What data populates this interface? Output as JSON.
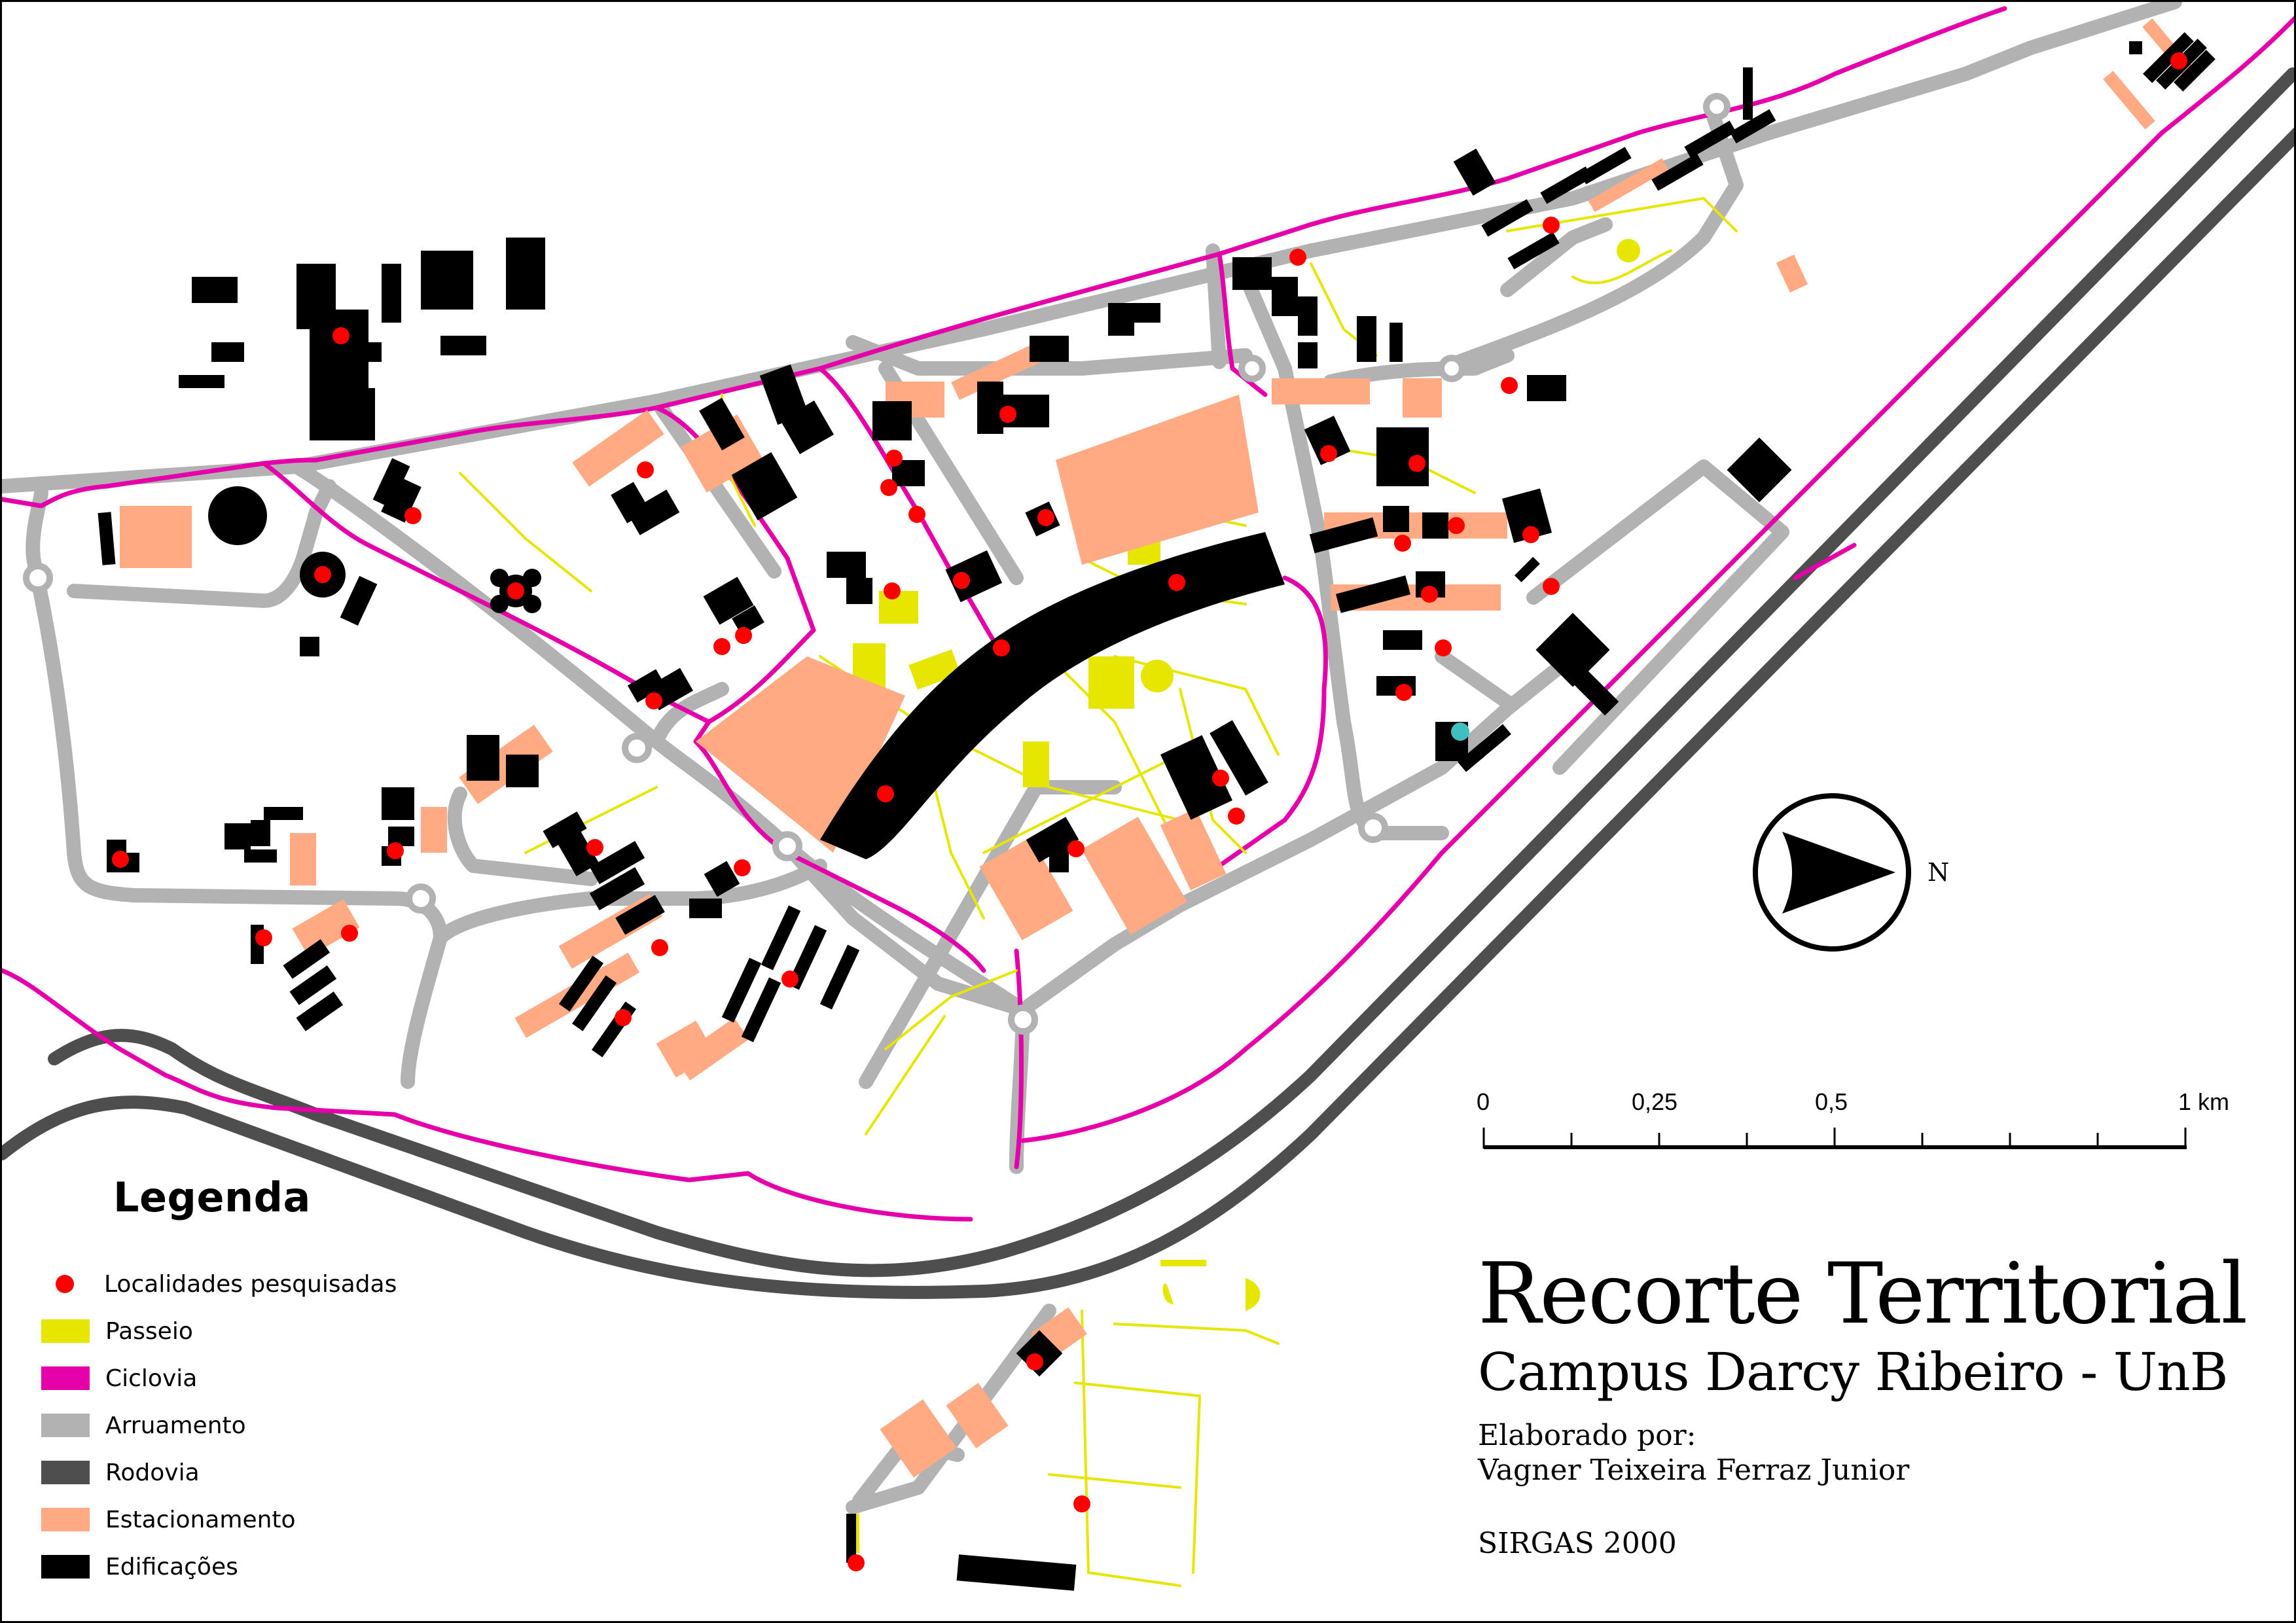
{
  "legend": {
    "title": "Legenda",
    "items": [
      {
        "label": "Localidades pesquisadas",
        "type": "point",
        "color": "#ff0000"
      },
      {
        "label": "Passeio",
        "type": "fill",
        "color": "#e6e600"
      },
      {
        "label": "Ciclovia",
        "type": "fill",
        "color": "#e600a9"
      },
      {
        "label": "Arruamento",
        "type": "fill",
        "color": "#b2b2b2"
      },
      {
        "label": "Rodovia",
        "type": "fill",
        "color": "#4e4e4e"
      },
      {
        "label": "Estacionamento",
        "type": "fill",
        "color": "#ffaa82"
      },
      {
        "label": "Edificações",
        "type": "fill",
        "color": "#000000"
      }
    ]
  },
  "title": {
    "main": "Recorte Territorial",
    "sub": "Campus Darcy Ribeiro - UnB",
    "author_label": "Elaborado por:",
    "author_name": "Vagner Teixeira Ferraz Junior",
    "crs": "SIRGAS 2000"
  },
  "scale_bar": {
    "labels": [
      "0",
      "0,25",
      "0,5",
      "1 km"
    ],
    "unit": "km",
    "max_value": 1
  },
  "north_arrow": {
    "label": "N",
    "direction": "right"
  },
  "markers": {
    "highlight_color": "#3fbfbf",
    "researched_color": "#ff0000",
    "researched_count": 46,
    "highlighted_count": 1
  },
  "colors": {
    "passeio": "#e6e600",
    "ciclovia": "#e600a9",
    "arruamento": "#b2b2b2",
    "rodovia": "#4e4e4e",
    "estacionamento": "#ffaa82",
    "edificacoes": "#000000",
    "background": "#ffffff"
  }
}
